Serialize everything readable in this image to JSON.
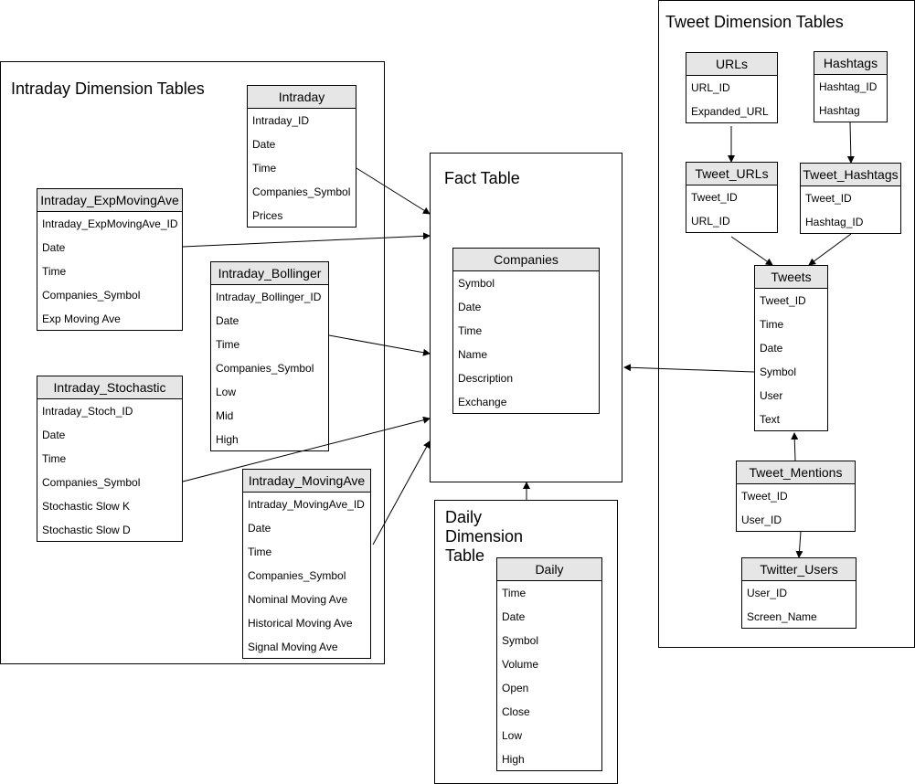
{
  "groups": {
    "intraday": {
      "title": "Intraday Dimension Tables"
    },
    "fact": {
      "title": "Fact Table"
    },
    "daily": {
      "title": "Daily\nDimension\nTable"
    },
    "tweet": {
      "title": "Tweet Dimension Tables"
    }
  },
  "tables": {
    "intraday": {
      "name": "Intraday",
      "fields": [
        "Intraday_ID",
        "Date",
        "Time",
        "Companies_Symbol",
        "Prices"
      ]
    },
    "expmovingave": {
      "name": "Intraday_ExpMovingAve",
      "fields": [
        "Intraday_ExpMovingAve_ID",
        "Date",
        "Time",
        "Companies_Symbol",
        "Exp Moving Ave"
      ]
    },
    "bollinger": {
      "name": "Intraday_Bollinger",
      "fields": [
        "Intraday_Bollinger_ID",
        "Date",
        "Time",
        "Companies_Symbol",
        "Low",
        "Mid",
        "High"
      ]
    },
    "stochastic": {
      "name": "Intraday_Stochastic",
      "fields": [
        "Intraday_Stoch_ID",
        "Date",
        "Time",
        "Companies_Symbol",
        "Stochastic Slow K",
        "Stochastic Slow D"
      ]
    },
    "movingave": {
      "name": "Intraday_MovingAve",
      "fields": [
        "Intraday_MovingAve_ID",
        "Date",
        "Time",
        "Companies_Symbol",
        "Nominal Moving Ave",
        "Historical Moving Ave",
        "Signal Moving Ave"
      ]
    },
    "companies": {
      "name": "Companies",
      "fields": [
        "Symbol",
        "Date",
        "Time",
        "Name",
        "Description",
        "Exchange"
      ]
    },
    "daily": {
      "name": "Daily",
      "fields": [
        "Time",
        "Date",
        "Symbol",
        "Volume",
        "Open",
        "Close",
        "Low",
        "High"
      ]
    },
    "urls": {
      "name": "URLs",
      "fields": [
        "URL_ID",
        "Expanded_URL"
      ]
    },
    "hashtags": {
      "name": "Hashtags",
      "fields": [
        "Hashtag_ID",
        "Hashtag"
      ]
    },
    "tweet_urls": {
      "name": "Tweet_URLs",
      "fields": [
        "Tweet_ID",
        "URL_ID"
      ]
    },
    "tweet_hashtags": {
      "name": "Tweet_Hashtags",
      "fields": [
        "Tweet_ID",
        "Hashtag_ID"
      ]
    },
    "tweets": {
      "name": "Tweets",
      "fields": [
        "Tweet_ID",
        "Time",
        "Date",
        "Symbol",
        "User",
        "Text"
      ]
    },
    "tweet_mentions": {
      "name": "Tweet_Mentions",
      "fields": [
        "Tweet_ID",
        "User_ID"
      ]
    },
    "twitter_users": {
      "name": "Twitter_Users",
      "fields": [
        "User_ID",
        "Screen_Name"
      ]
    }
  },
  "connections": [
    {
      "from": "intraday",
      "to": "fact-table"
    },
    {
      "from": "expmovingave",
      "to": "fact-table"
    },
    {
      "from": "bollinger",
      "to": "fact-table"
    },
    {
      "from": "stochastic",
      "to": "fact-table"
    },
    {
      "from": "movingave",
      "to": "fact-table"
    },
    {
      "from": "daily-dimension-table",
      "to": "fact-table"
    },
    {
      "from": "tweets",
      "to": "fact-table"
    },
    {
      "from": "urls",
      "to": "tweet_urls"
    },
    {
      "from": "hashtags",
      "to": "tweet_hashtags"
    },
    {
      "from": "tweet_urls",
      "to": "tweets"
    },
    {
      "from": "tweet_hashtags",
      "to": "tweets"
    },
    {
      "from": "tweet_mentions",
      "to": "tweets"
    },
    {
      "from": "tweet_mentions",
      "to": "twitter_users"
    }
  ]
}
